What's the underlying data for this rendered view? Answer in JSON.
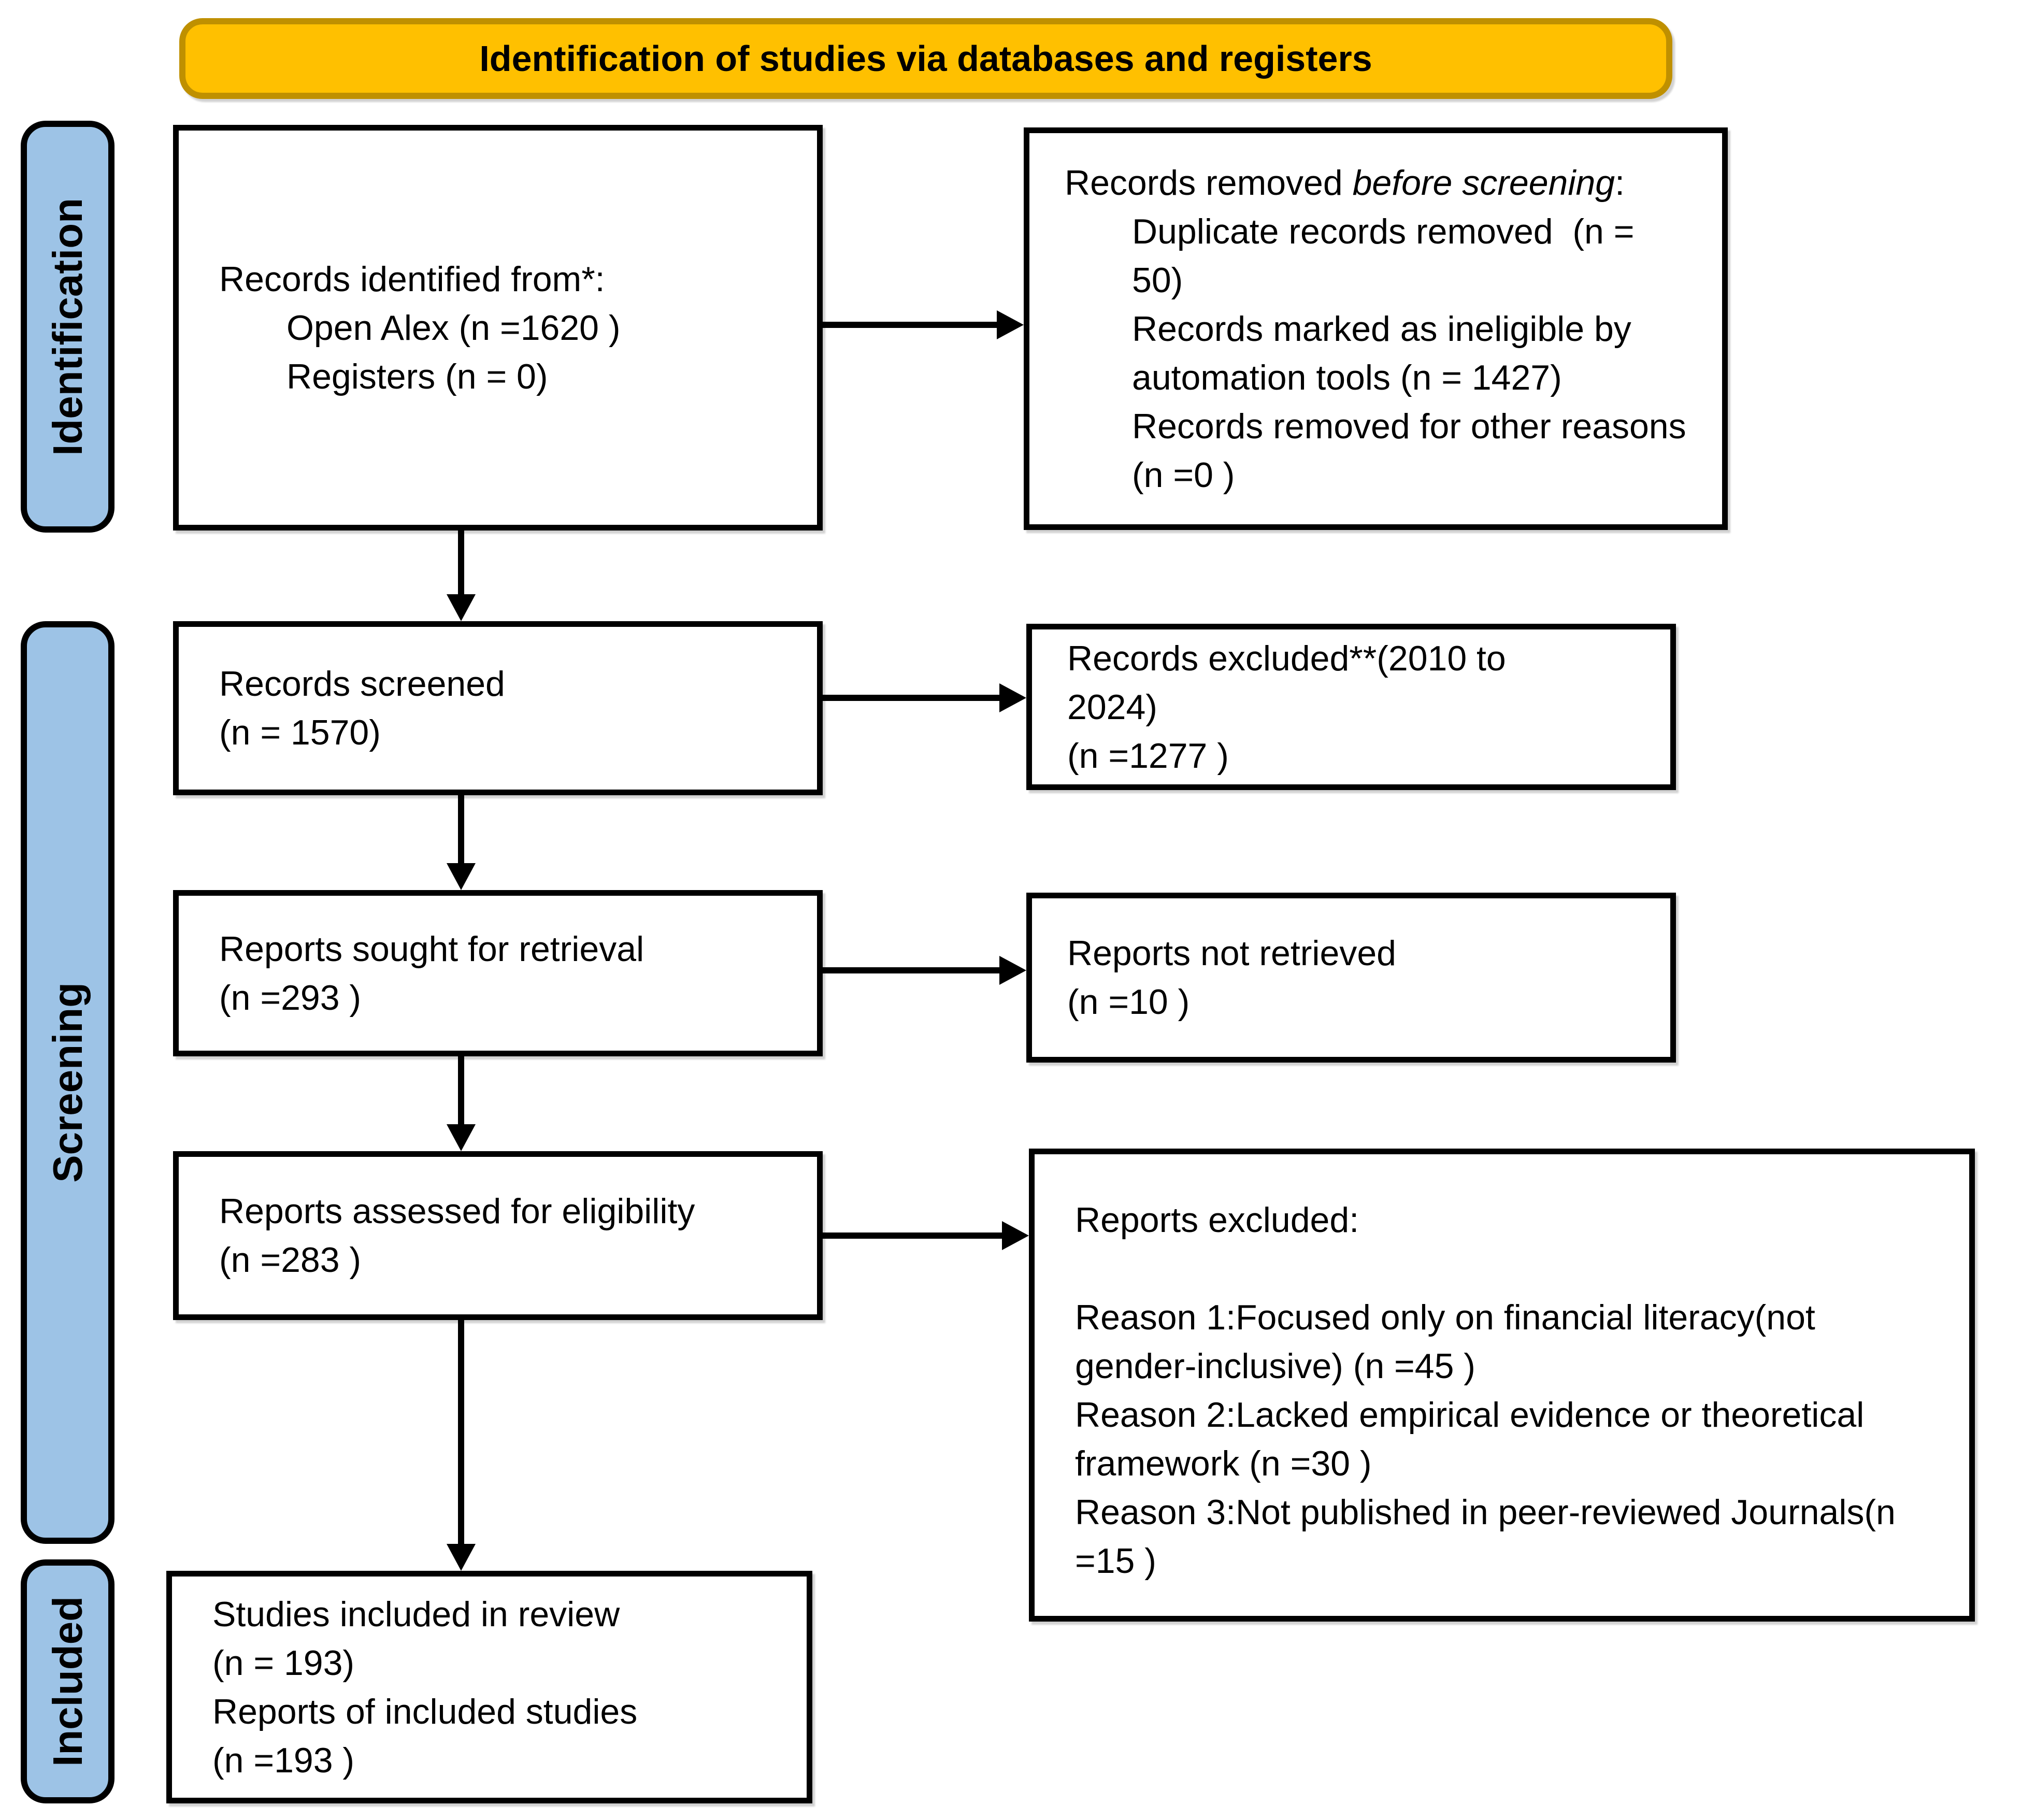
{
  "banner": {
    "label": "Identification of studies via databases and registers"
  },
  "stages": {
    "identification": "Identification",
    "screening": "Screening",
    "included": "Included"
  },
  "boxes": {
    "identified": {
      "lines": [
        "Records identified from*:",
        "Open Alex (n =1620 )",
        "Registers (n = 0)"
      ]
    },
    "removed": {
      "title_prefix": "Records removed ",
      "title_italic": "before screening",
      "title_suffix": ":",
      "items": [
        "Duplicate records removed  (n = 50)",
        "Records marked as ineligible by automation tools (n = 1427)",
        "Records removed for other reasons (n =0 )"
      ]
    },
    "screened": {
      "lines": [
        "Records screened",
        "(n = 1570)"
      ]
    },
    "excluded": {
      "lines": [
        "Records excluded**(2010 to",
        "2024)",
        "(n =1277 )"
      ]
    },
    "sought": {
      "lines": [
        "Reports sought for retrieval",
        "(n =293 )"
      ]
    },
    "not_retrieved": {
      "lines": [
        "Reports not retrieved",
        "(n =10 )"
      ]
    },
    "assessed": {
      "lines": [
        "Reports assessed for eligibility",
        "(n =283 )"
      ]
    },
    "reports_excluded": {
      "title": "Reports excluded:",
      "reasons": [
        "Reason 1:Focused only on financial literacy(not gender-inclusive) (n =45 )",
        "Reason 2:Lacked empirical evidence or theoretical framework (n =30 )",
        "Reason 3:Not published in peer-reviewed Journals(n =15 )"
      ]
    },
    "included_studies": {
      "lines": [
        "Studies included in review",
        "(n = 193)",
        "Reports of included studies",
        "(n =193 )"
      ]
    }
  },
  "colors": {
    "banner_fill": "#FFC000",
    "banner_border": "#BF9000",
    "stage_fill": "#9DC3E6",
    "arrow": "#000000",
    "background": "#FFFFFF",
    "text": "#000000"
  }
}
